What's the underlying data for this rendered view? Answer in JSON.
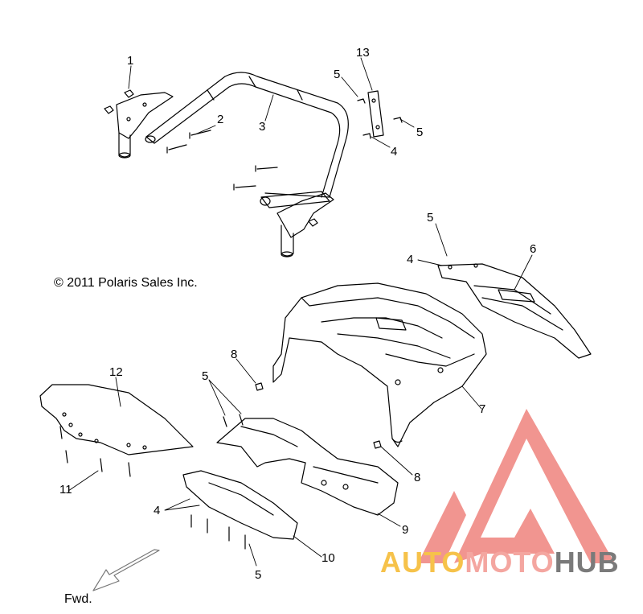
{
  "diagram": {
    "copyright": "© 2011 Polaris Sales Inc.",
    "direction_label": "Fwd.",
    "callouts": [
      {
        "id": "c1a",
        "text": "1"
      },
      {
        "id": "c2",
        "text": "2"
      },
      {
        "id": "c3",
        "text": "3"
      },
      {
        "id": "c13",
        "text": "13"
      },
      {
        "id": "c5a",
        "text": "5"
      },
      {
        "id": "c5b",
        "text": "5"
      },
      {
        "id": "c4a",
        "text": "4"
      },
      {
        "id": "c5c",
        "text": "5"
      },
      {
        "id": "c4b",
        "text": "4"
      },
      {
        "id": "c6",
        "text": "6"
      },
      {
        "id": "c8a",
        "text": "8"
      },
      {
        "id": "c5d",
        "text": "5"
      },
      {
        "id": "c7",
        "text": "7"
      },
      {
        "id": "c12",
        "text": "12"
      },
      {
        "id": "c8b",
        "text": "8"
      },
      {
        "id": "c11",
        "text": "11"
      },
      {
        "id": "c4c",
        "text": "4"
      },
      {
        "id": "c9",
        "text": "9"
      },
      {
        "id": "c10",
        "text": "10"
      },
      {
        "id": "c5e",
        "text": "5"
      }
    ]
  },
  "watermark": {
    "part1": "AUTO",
    "part2": "MOTO",
    "part3": "HUB",
    "colors": {
      "part1": "#f6c24a",
      "part2": "#f4a6a0",
      "part3": "#7a7a7a",
      "logo": "#f08a84"
    }
  }
}
